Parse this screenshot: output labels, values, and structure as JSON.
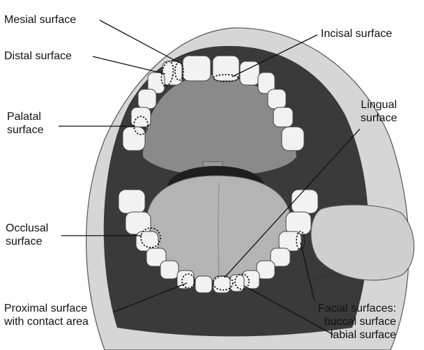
{
  "labels": {
    "mesial": "Mesial surface",
    "distal": "Distal surface",
    "incisal": "Incisal surface",
    "palatal_1": "Palatal",
    "palatal_2": "surface",
    "lingual_1": "Lingual",
    "lingual_2": "surface",
    "occlusal_1": "Occlusal",
    "occlusal_2": "surface",
    "proximal_1": "Proximal surface",
    "proximal_2": "with contact area",
    "facial_1": "Facial surfaces:",
    "facial_2": "buccal surface",
    "facial_3": "labial surface"
  },
  "signature": "AL THOMAS",
  "colors": {
    "ink": "#111111",
    "oral_cavity": "#3a3a3a",
    "palate": "#8a8a8a",
    "tongue": "#b4b4b4",
    "teeth": "#f2f2f2",
    "lips": "#d8d8d8"
  }
}
